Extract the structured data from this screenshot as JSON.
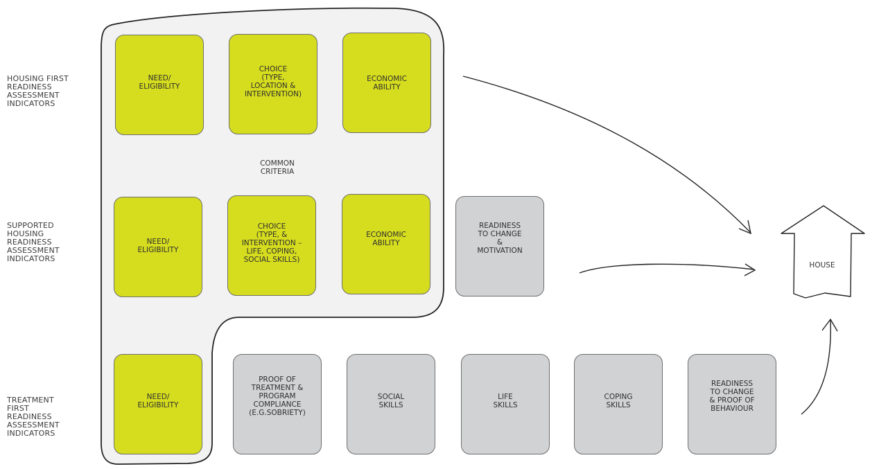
{
  "row_labels": {
    "housing_first": "HOUSING FIRST\nREADINESS\nASSESSMENT\nINDICATORS",
    "supported_housing": "SUPPORTED\nHOUSING\nREADINESS\nASSESSMENT\nINDICATORS",
    "treatment_first": "TREATMENT\nFIRST\nREADINESS\nASSESSMENT\nINDICATORS"
  },
  "common_criteria_label": "COMMON\nCRITERIA",
  "house_label": "HOUSE",
  "housing_first_boxes": [
    {
      "text": "NEED/\nELIGIBILITY",
      "color": "green"
    },
    {
      "text": "CHOICE\n(TYPE,\nLOCATION &\nINTERVENTION)",
      "color": "green"
    },
    {
      "text": "ECONOMIC\nABILITY",
      "color": "green"
    }
  ],
  "supported_housing_boxes": [
    {
      "text": "NEED/\nELIGIBILITY",
      "color": "green"
    },
    {
      "text": "CHOICE\n(TYPE, &\nINTERVENTION –\nLIFE, COPING,\nSOCIAL SKILLS)",
      "color": "green"
    },
    {
      "text": "ECONOMIC\nABILITY",
      "color": "green"
    },
    {
      "text": "READINESS\nTO CHANGE\n&\nMOTIVATION",
      "color": "grey"
    }
  ],
  "treatment_first_boxes": [
    {
      "text": "NEED/\nELIGIBILITY",
      "color": "green"
    },
    {
      "text": "PROOF OF\nTREATMENT &\nPROGRAM\nCOMPLIANCE\n(E.G.SOBRIETY)",
      "color": "grey"
    },
    {
      "text": "SOCIAL\nSKILLS",
      "color": "grey"
    },
    {
      "text": "LIFE\nSKILLS",
      "color": "grey"
    },
    {
      "text": "COPING\nSKILLS",
      "color": "grey"
    },
    {
      "text": "READINESS\nTO CHANGE\n& PROOF OF\nBEHAVIOUR",
      "color": "grey"
    }
  ],
  "colors": {
    "green_box": "#d6dd1e",
    "grey_box": "#d1d2d4",
    "common_region": "#f2f2f2",
    "outline": "#222222"
  }
}
